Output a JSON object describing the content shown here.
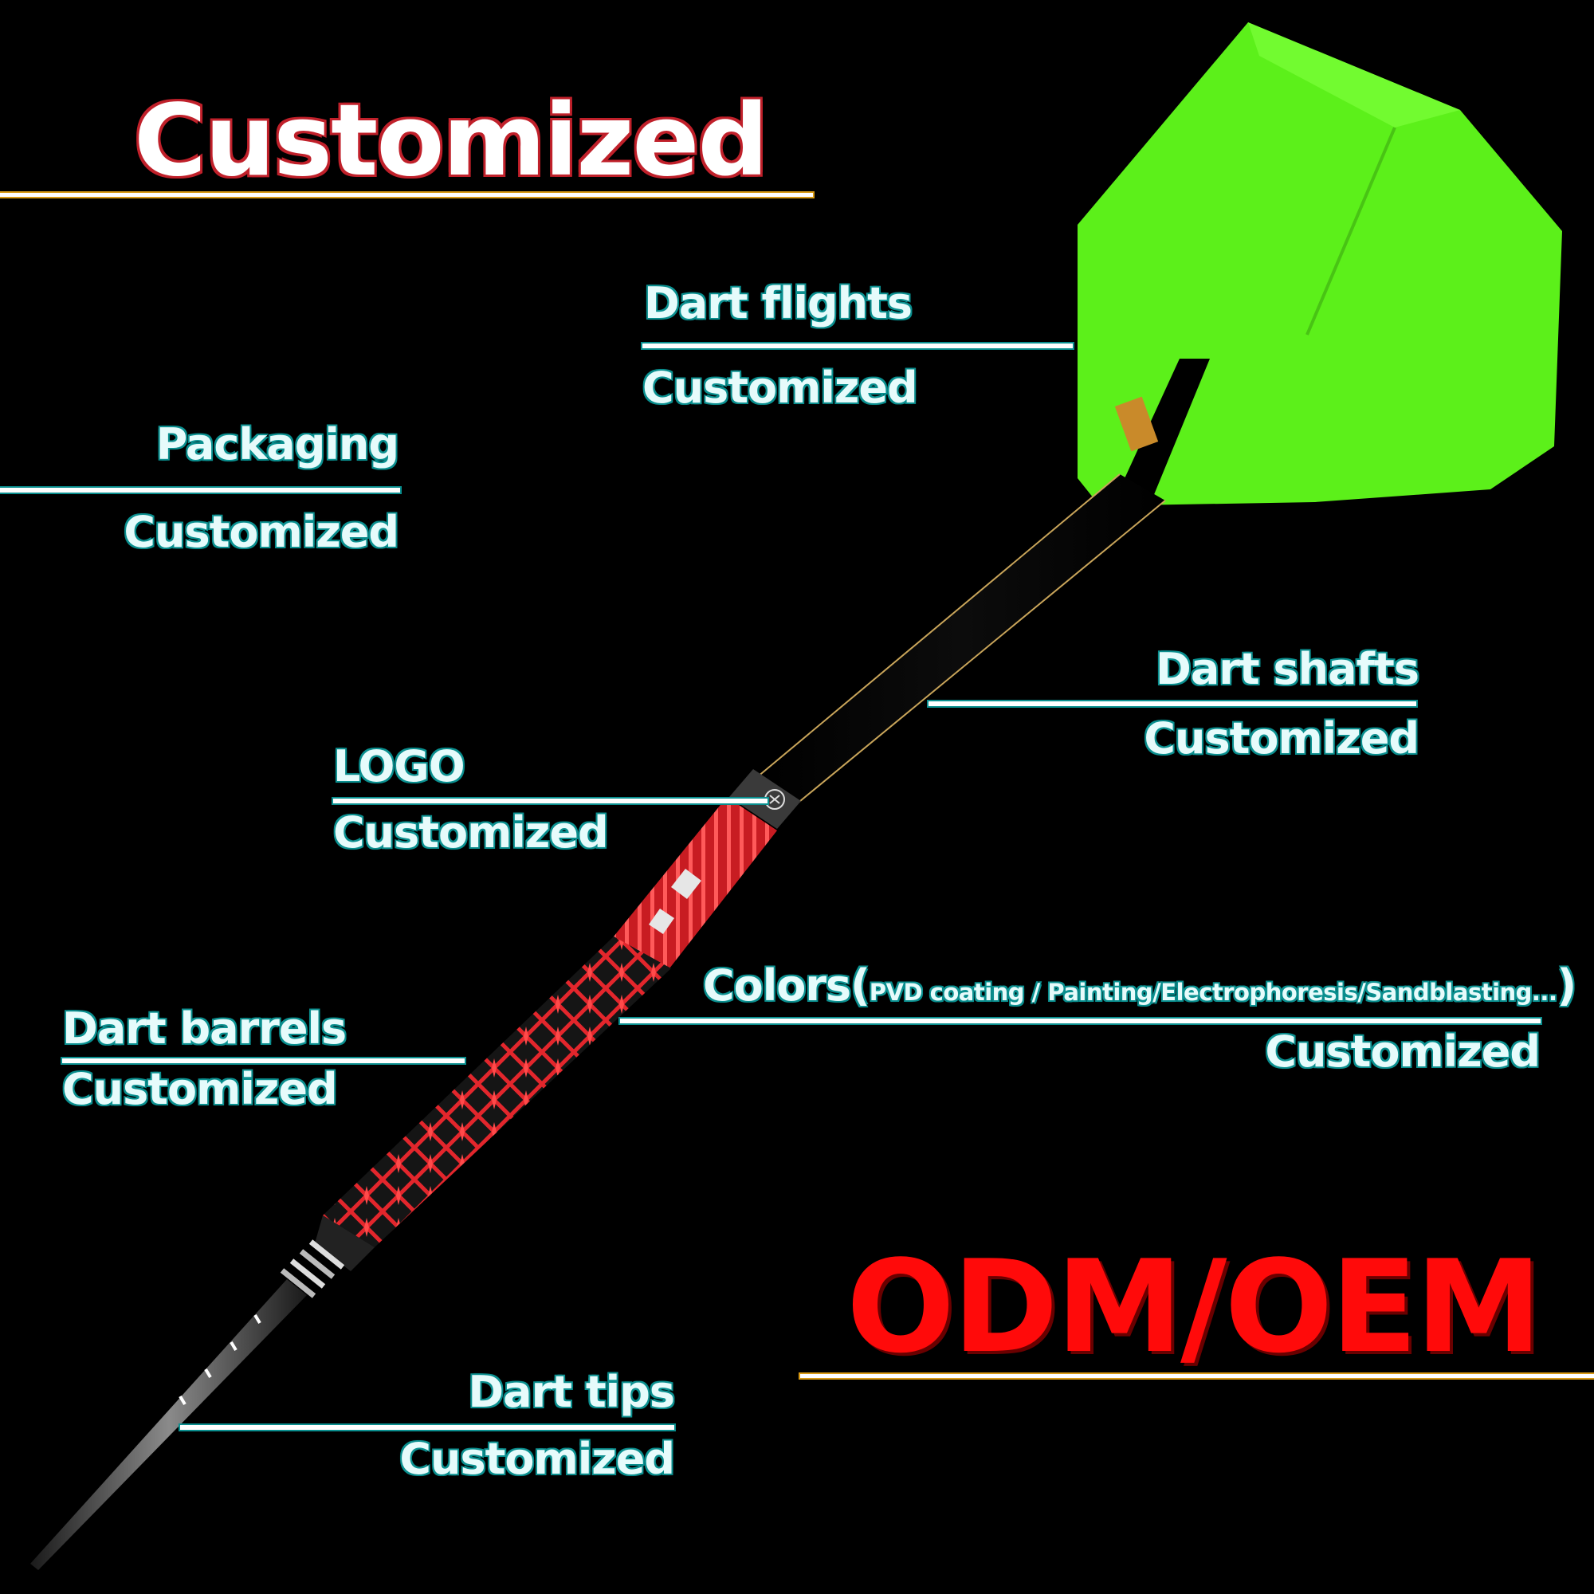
{
  "headline_top": "Customized",
  "headline_bottom": "ODM/OEM",
  "labels": {
    "flights": {
      "title": "Dart flights",
      "sub": "Customized"
    },
    "packaging": {
      "title": "Packaging",
      "sub": "Customized"
    },
    "shafts": {
      "title": "Dart shafts",
      "sub": "Customized"
    },
    "logo": {
      "title": "LOGO",
      "sub": "Customized"
    },
    "colors": {
      "title": "Colors(",
      "detail": "PVD coating / Painting/Electrophoresis/Sandblasting...",
      "close": ")",
      "sub": "Customized"
    },
    "barrels": {
      "title": "Dart barrels",
      "sub": "Customized"
    },
    "tips": {
      "title": "Dart tips",
      "sub": "Customized"
    }
  },
  "colors": {
    "background": "#000000",
    "flight": "#5cf01a",
    "barrel": "#e3262c",
    "headline_bottom": "#ff0a0a",
    "label_text": "#e6fbfb",
    "label_outline": "#0a8f8f"
  }
}
